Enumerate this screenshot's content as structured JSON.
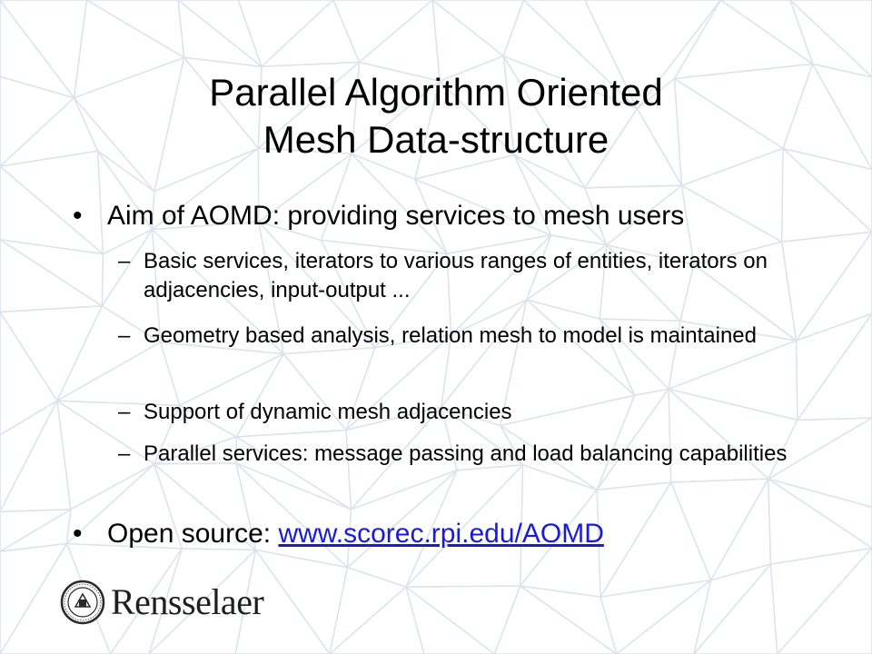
{
  "slide": {
    "title_lines": [
      "Parallel Algorithm Oriented",
      "Mesh Data-structure"
    ],
    "items": [
      {
        "level": 1,
        "bullet": "•",
        "text": "Aim of AOMD: providing services to mesh users"
      },
      {
        "level": 2,
        "bullet": "–",
        "text": "Basic services, iterators to various ranges of entities, iterators on adjacencies, input-output ..."
      },
      {
        "level": 2,
        "bullet": "–",
        "text": "Geometry based analysis, relation mesh to model is maintained"
      },
      {
        "level": 2,
        "bullet": "–",
        "text": "Support of dynamic mesh adjacencies"
      },
      {
        "level": 2,
        "bullet": "–",
        "text": "Parallel services: message passing and load balancing capabilities"
      },
      {
        "level": 1,
        "bullet": "•",
        "text": "Open source: ",
        "link": "www.scorec.rpi.edu/AOMD"
      }
    ]
  },
  "logo": {
    "wordmark": "Rensselaer",
    "seal_text": "RENSSELAER POLYTECHNIC INSTITUTE 1824"
  },
  "colors": {
    "link": "#1a1adb",
    "mesh_lines": "#dbe3ec",
    "text": "#000000"
  }
}
